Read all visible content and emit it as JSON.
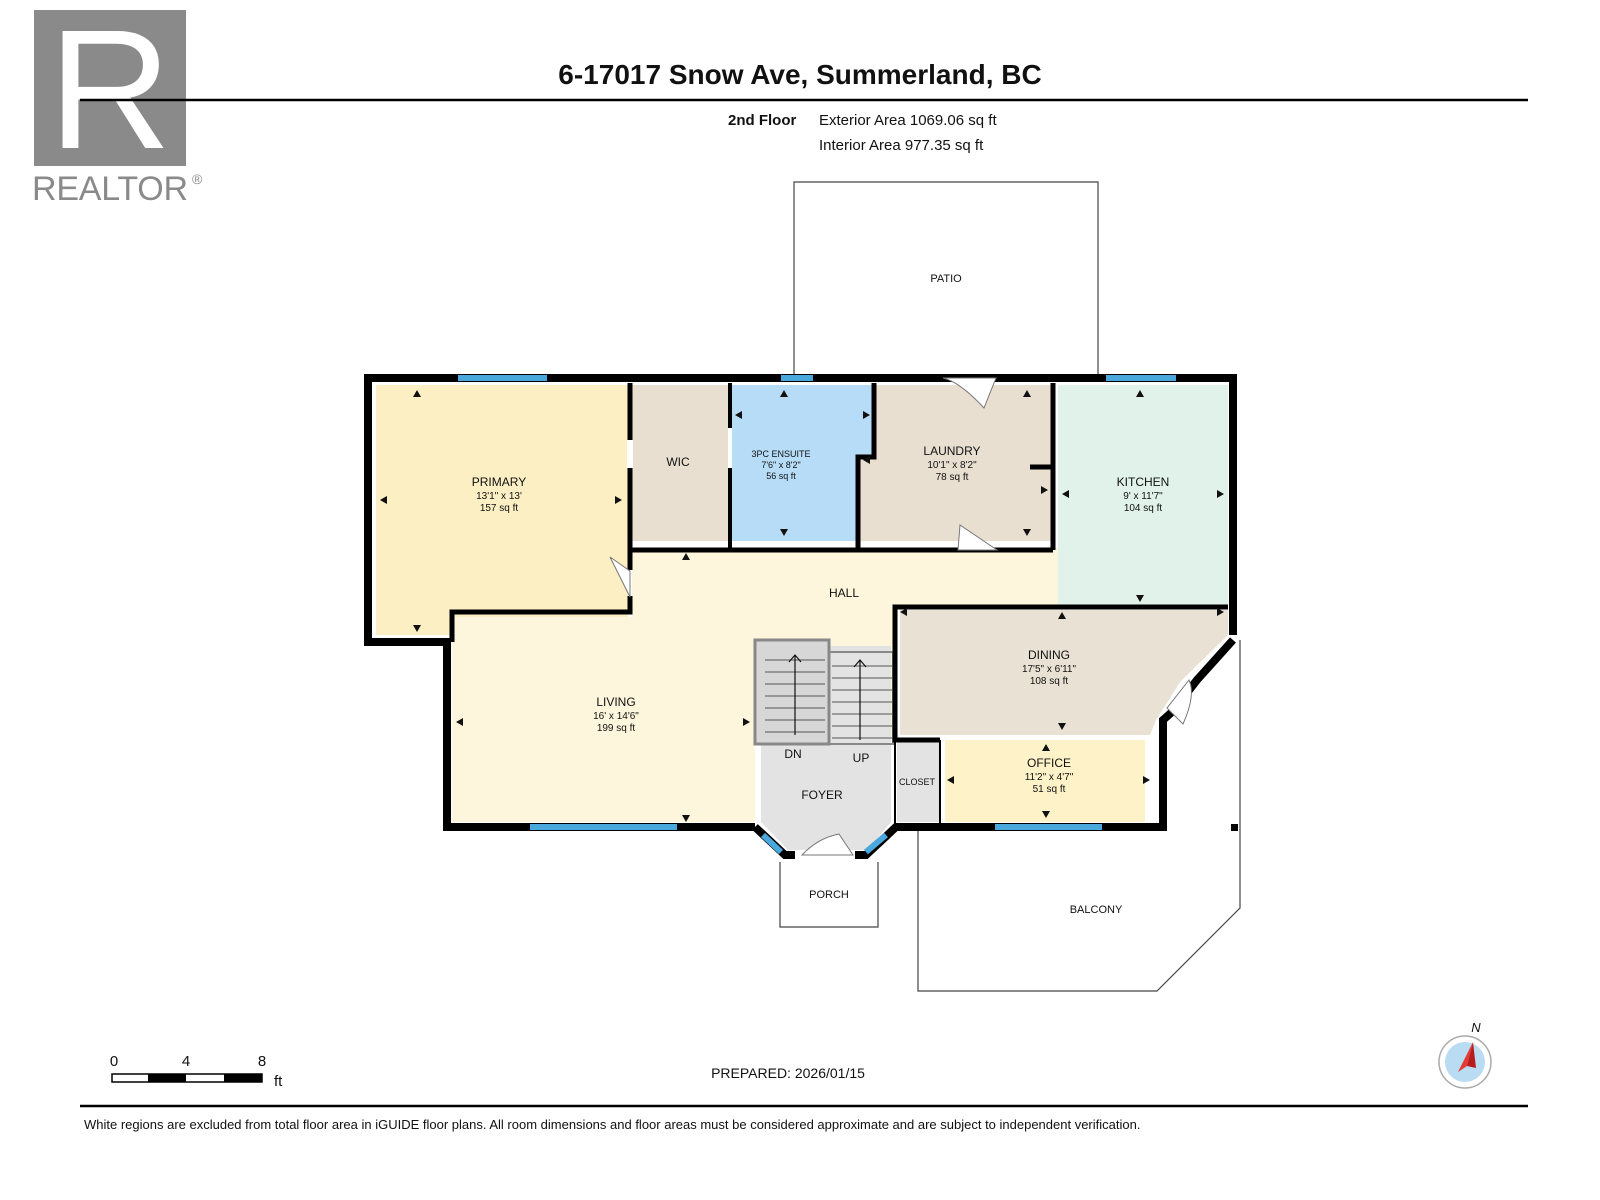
{
  "brand": {
    "logo_letter": "R",
    "name": "REALTOR",
    "registered_mark": "®",
    "logo_color": "#8a8a8a"
  },
  "header": {
    "title": "6-17017 Snow Ave, Summerland, BC",
    "floor": "2nd Floor",
    "exterior_area": "Exterior Area 1069.06 sq ft",
    "interior_area": "Interior Area 977.35 sq ft"
  },
  "rooms": {
    "primary": {
      "name": "PRIMARY",
      "dims": "13'1\" x 13'",
      "area": "157 sq ft"
    },
    "wic": {
      "name": "WIC"
    },
    "ensuite": {
      "name": "3PC ENSUITE",
      "dims": "7'6\" x 8'2\"",
      "area": "56 sq ft"
    },
    "laundry": {
      "name": "LAUNDRY",
      "dims": "10'1\" x 8'2\"",
      "area": "78 sq ft"
    },
    "kitchen": {
      "name": "KITCHEN",
      "dims": "9' x 11'7\"",
      "area": "104 sq ft"
    },
    "hall": {
      "name": "HALL"
    },
    "dining": {
      "name": "DINING",
      "dims": "17'5\" x 6'11\"",
      "area": "108 sq ft"
    },
    "living": {
      "name": "LIVING",
      "dims": "16' x 14'6\"",
      "area": "199 sq ft"
    },
    "office": {
      "name": "OFFICE",
      "dims": "11'2\" x 4'7\"",
      "area": "51 sq ft"
    },
    "foyer": {
      "name": "FOYER"
    },
    "closet": {
      "name": "CLOSET"
    },
    "stairs_down": "DN",
    "stairs_up": "UP"
  },
  "exterior": {
    "patio": "PATIO",
    "porch": "PORCH",
    "balcony": "BALCONY"
  },
  "scale": {
    "labels": [
      "0",
      "4",
      "8"
    ],
    "unit": "ft"
  },
  "compass": {
    "north": "N"
  },
  "prepared": "PREPARED: 2026/01/15",
  "footer": "White regions are excluded from total floor area in iGUIDE floor plans. All room dimensions and floor areas must be considered approximate and are subject to independent verification.",
  "colors": {
    "primary": "#fcefc4",
    "wic": "#e8dfd1",
    "ensuite": "#b7dcf7",
    "laundry": "#e8dfd1",
    "kitchen": "#e0f2e9",
    "living": "#fdf6dc",
    "dining": "#e9e1d3",
    "office": "#fdf2c8",
    "foyer": "#e3e3e3",
    "window": "#4aa8dd",
    "wall": "#000000"
  }
}
